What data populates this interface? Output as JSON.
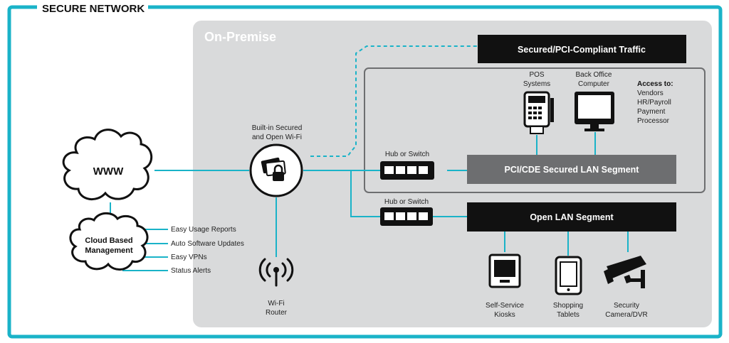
{
  "frame_title": "SECURE NETWORK",
  "region_title": "On-Premise",
  "colors": {
    "accent": "#1ab3c8",
    "panel": "#d9dadb",
    "dark": "#111111",
    "gray_bar": "#6d6e70"
  },
  "internet": {
    "label": "WWW"
  },
  "cloud": {
    "label_line1": "Cloud Based",
    "label_line2": "Management"
  },
  "features": [
    "Easy Usage Reports",
    "Auto Software Updates",
    "Easy VPNs",
    "Status Alerts"
  ],
  "wifi_hub": {
    "label_line1": "Built-in Secured",
    "label_line2": "and Open Wi-Fi"
  },
  "wifi_router": {
    "label_line1": "Wi-Fi",
    "label_line2": "Router"
  },
  "secured_traffic": {
    "label": "Secured/PCI-Compliant Traffic"
  },
  "pci_segment": {
    "label": "PCI/CDE Secured LAN Segment",
    "switch_label": "Hub or Switch"
  },
  "open_segment": {
    "label": "Open LAN Segment",
    "switch_label": "Hub or Switch"
  },
  "pos": {
    "label_line1": "POS",
    "label_line2": "Systems"
  },
  "back_office": {
    "label_line1": "Back Office",
    "label_line2": "Computer"
  },
  "access": {
    "title": "Access to:",
    "items": [
      "Vendors",
      "HR/Payroll",
      "Payment",
      "Processor"
    ]
  },
  "devices": [
    {
      "label_line1": "Self-Service",
      "label_line2": "Kiosks",
      "icon": "kiosk-icon"
    },
    {
      "label_line1": "Shopping",
      "label_line2": "Tablets",
      "icon": "tablet-icon"
    },
    {
      "label_line1": "Security",
      "label_line2": "Camera/DVR",
      "icon": "camera-icon"
    }
  ]
}
